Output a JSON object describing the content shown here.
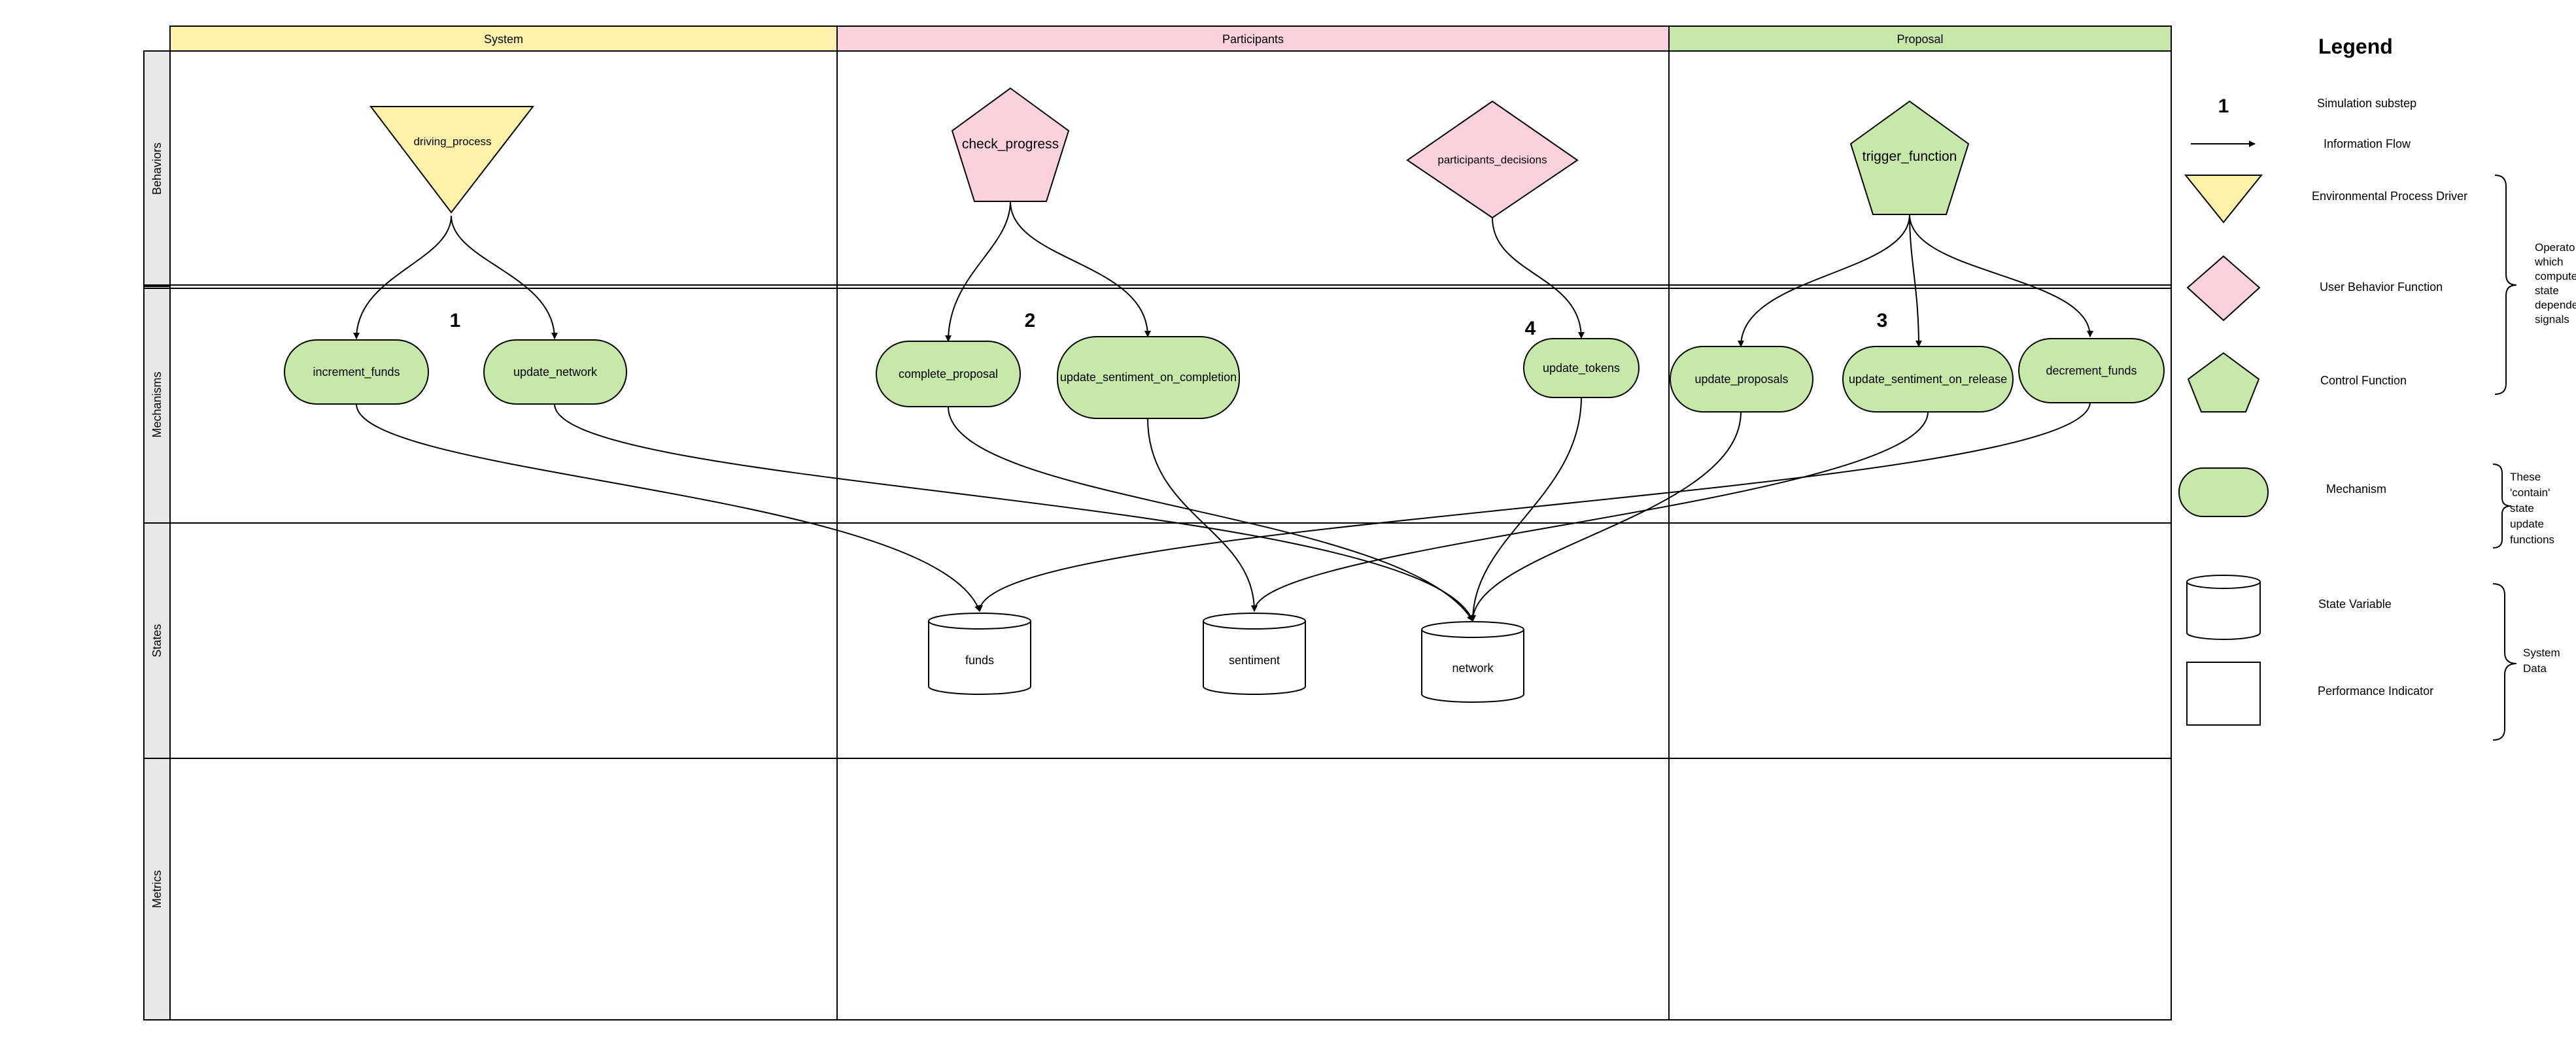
{
  "colors": {
    "system": "#fff2a8",
    "participants": "#fbd1de",
    "proposal": "#c6e8a8",
    "label_band": "#e8e8e8",
    "line": "#000000"
  },
  "columns": {
    "system": "System",
    "participants": "Participants",
    "proposal": "Proposal"
  },
  "rows": {
    "behaviors": "Behaviors",
    "mechanisms": "Mechanisms",
    "states": "States",
    "metrics": "Metrics"
  },
  "behaviors": {
    "driving_process": "driving_process",
    "check_progress": "check_progress",
    "participants_decisions": "participants_decisions",
    "trigger_function": "trigger_function"
  },
  "mechanisms": {
    "increment_funds": "increment_funds",
    "update_network": "update_network",
    "complete_proposal": "complete_proposal",
    "update_sentiment_on_completion": "update_sentiment_on_completion",
    "update_tokens": "update_tokens",
    "update_proposals": "update_proposals",
    "update_sentiment_on_release": "update_sentiment_on_release",
    "decrement_funds": "decrement_funds"
  },
  "states": {
    "funds": "funds",
    "sentiment": "sentiment",
    "network": "network"
  },
  "substeps": {
    "s1": "1",
    "s2": "2",
    "s3": "3",
    "s4": "4"
  },
  "legend": {
    "title": "Legend",
    "step_number": "1",
    "simulation_substep": "Simulation substep",
    "information_flow": "Information Flow",
    "environmental_process_driver": "Environmental Process Driver",
    "user_behavior_function": "User Behavior Function",
    "control_function": "Control Function",
    "mechanism": "Mechanism",
    "state_variable": "State Variable",
    "performance_indicator": "Performance Indicator",
    "operators_note": [
      "Operato",
      "which",
      "compute",
      "state",
      "depende",
      "signals"
    ],
    "contain_note": [
      "These",
      "'contain'",
      "state",
      "update",
      "functions"
    ],
    "system_data_note": [
      "System",
      "Data"
    ]
  }
}
